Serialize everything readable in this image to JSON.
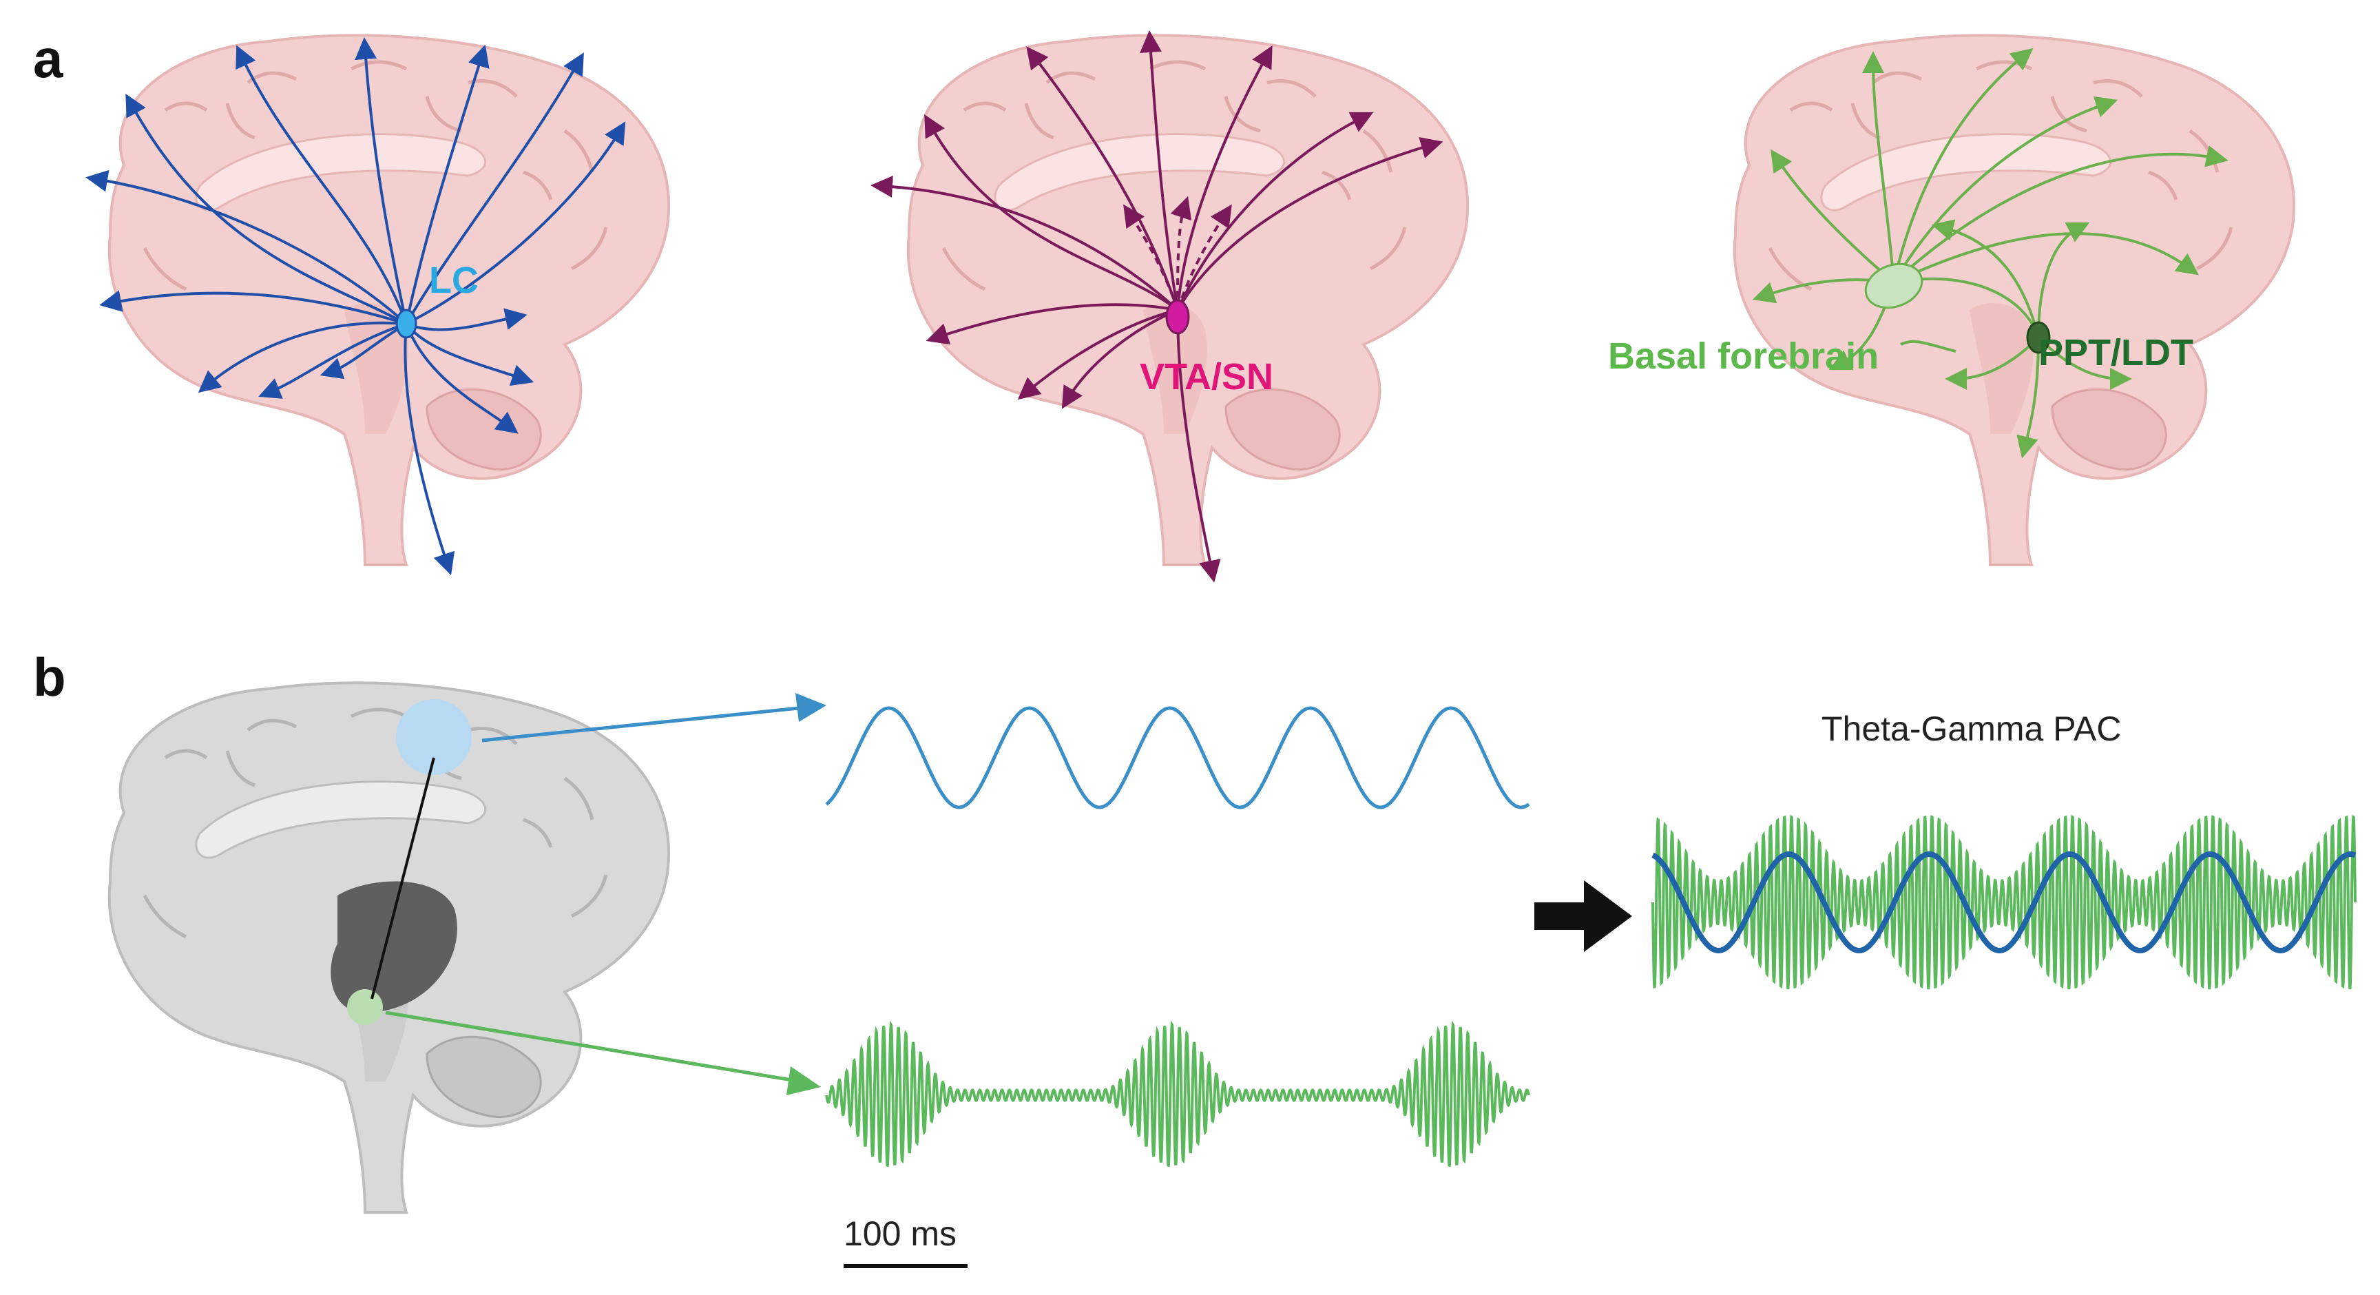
{
  "panel_a": {
    "letter": "a",
    "brains": [
      {
        "label": "LC",
        "color": "#1f4fa8",
        "label_color": "#2aa8e0",
        "node_color": "#3aaee8"
      },
      {
        "label": "VTA/SN",
        "color": "#7a1a5a",
        "label_color": "#e0157a",
        "node_color": "#d01aa0"
      },
      {
        "labels": [
          "Basal forebrain",
          "PPT/LDT"
        ],
        "color": "#6ab04c",
        "label_colors": [
          "#5cb84a",
          "#1f6e2e"
        ],
        "node_colors": [
          "#c9e3c0",
          "#3d6b35"
        ]
      }
    ]
  },
  "panel_b": {
    "letter": "b",
    "pac_title": "Theta-Gamma PAC",
    "scale_bar_label": "100 ms",
    "colors": {
      "theta": "#3a8fc8",
      "gamma": "#5cb85c",
      "pac_theta": "#1f63a8",
      "arrow": "#111111"
    },
    "theta_cycles": 5,
    "gamma_bursts": 5
  }
}
